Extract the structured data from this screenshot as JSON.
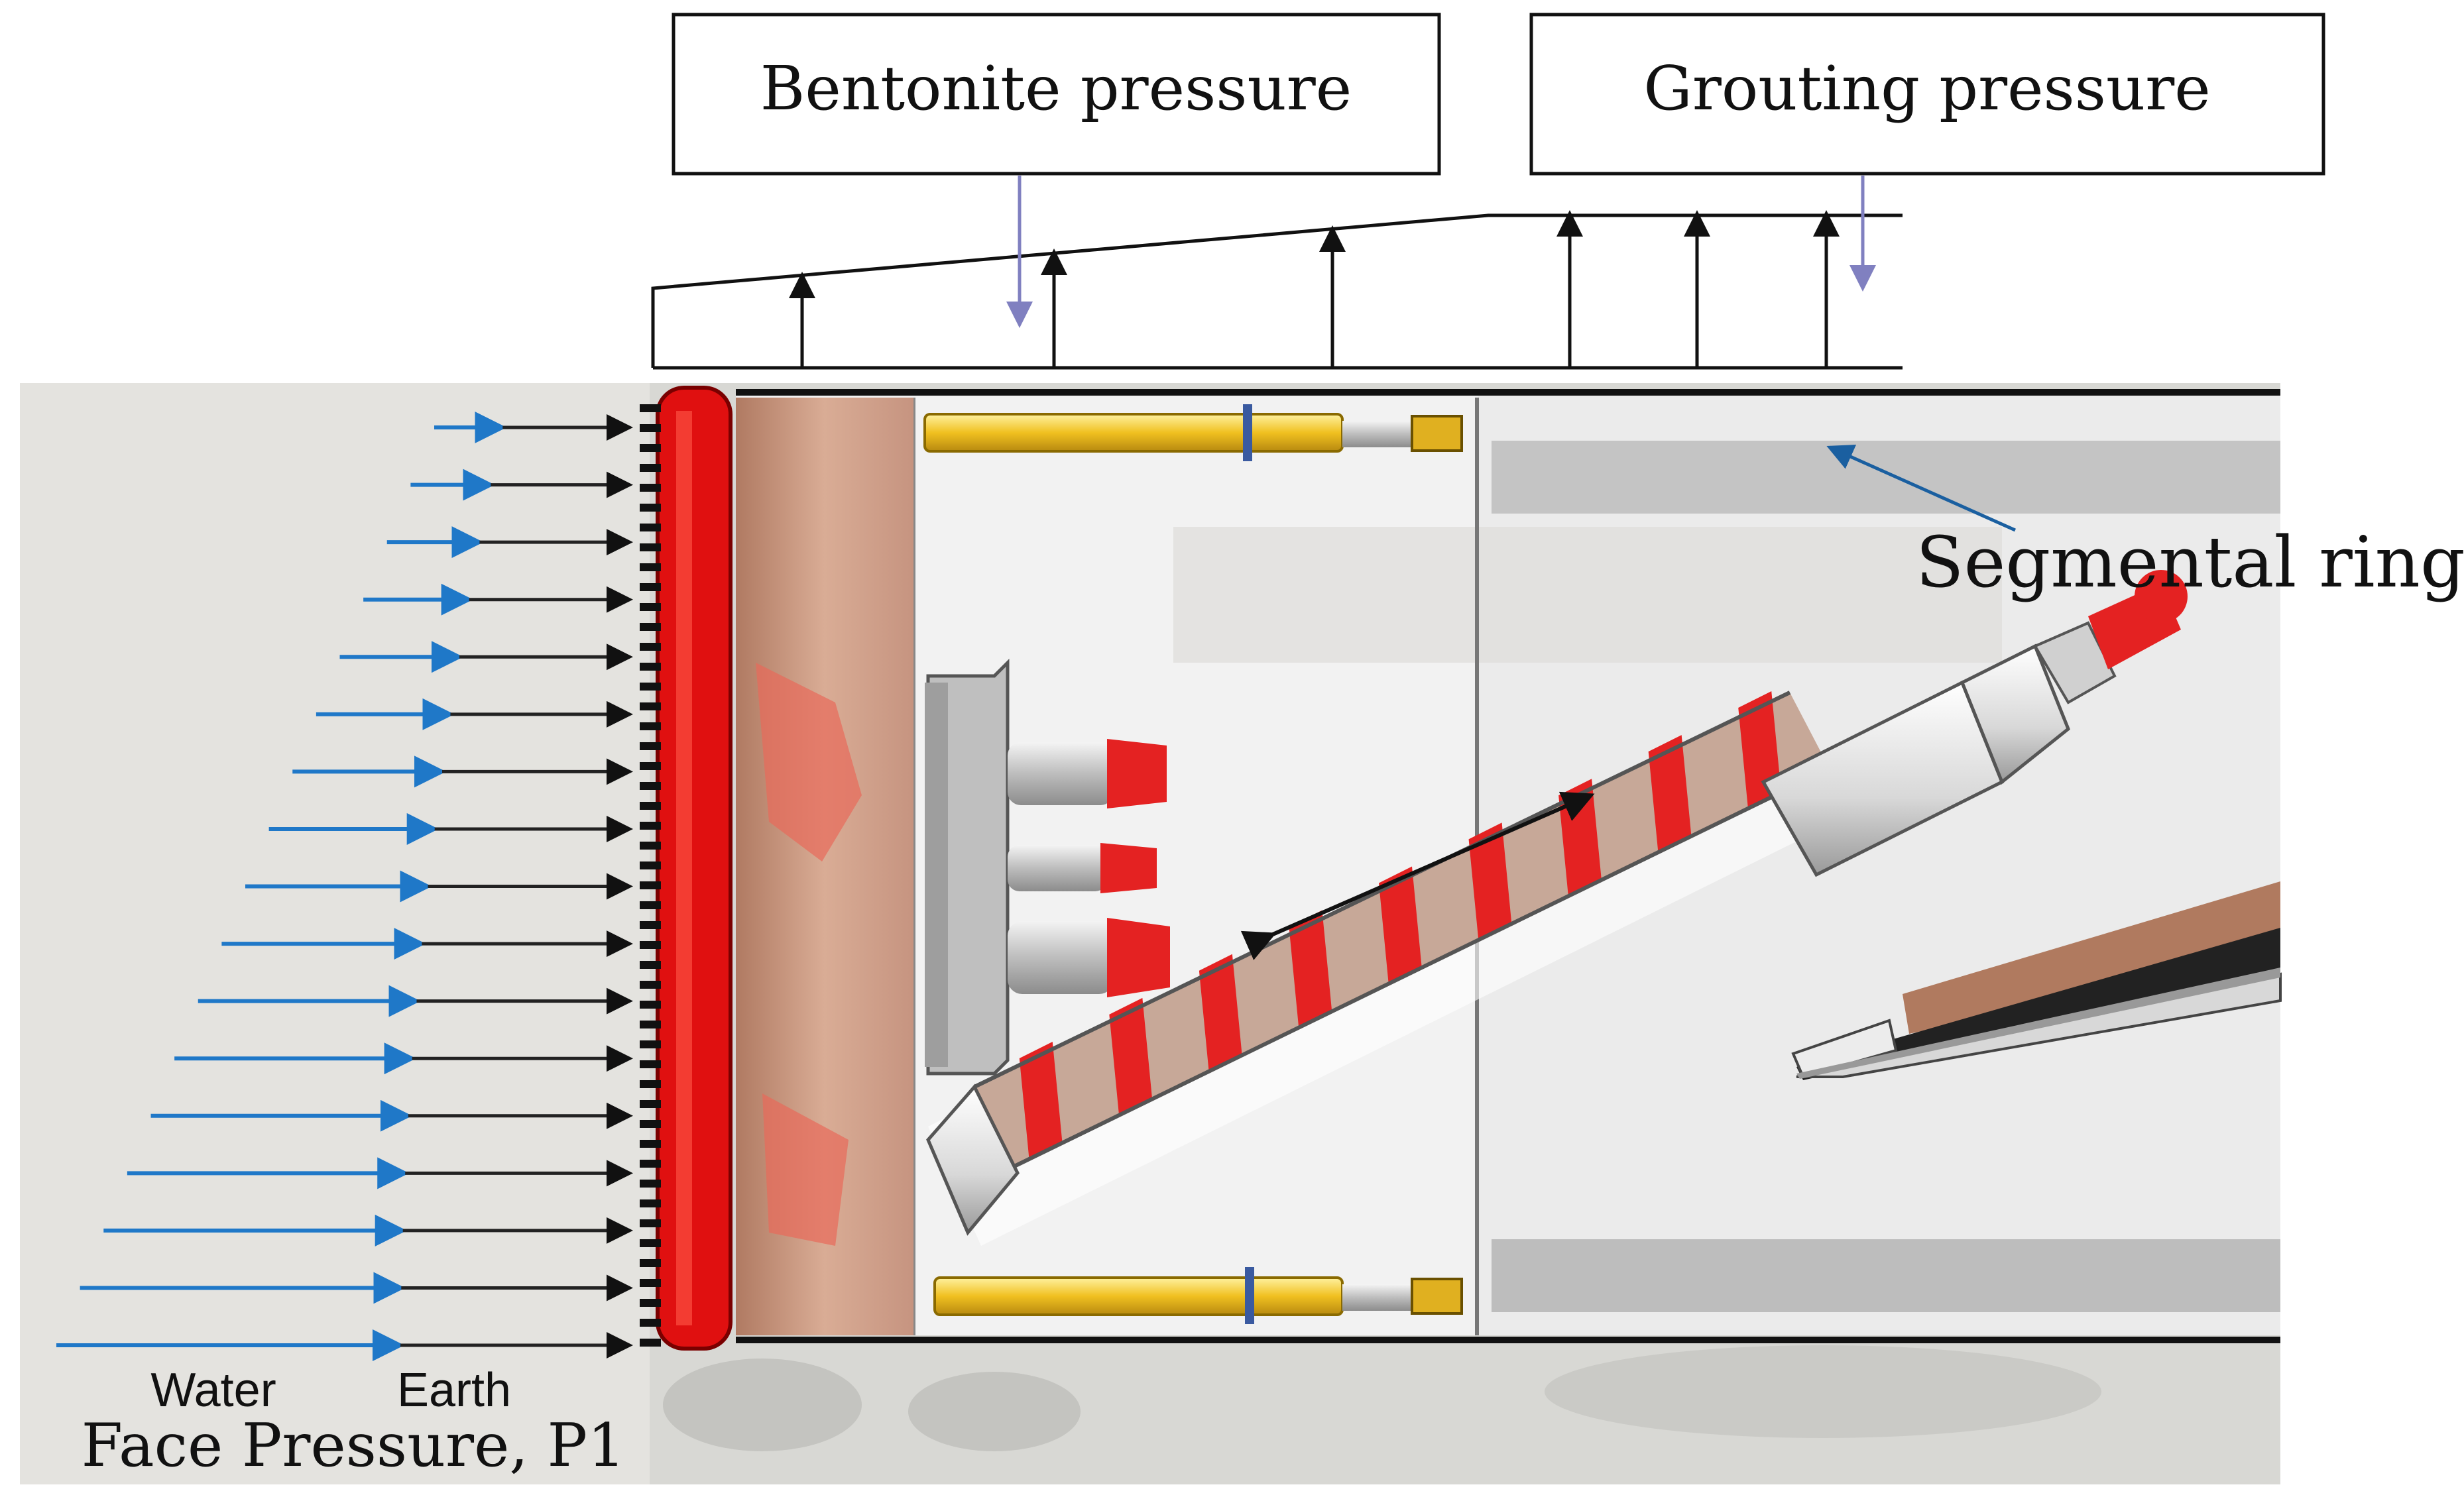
{
  "labels": {
    "bentonite": "Bentonite pressure",
    "grouting": "Grouting pressure",
    "segmental_ring": "Segmental ring",
    "water": "Water",
    "earth": "Earth",
    "face_pressure": "Face Pressure, P1"
  },
  "colors": {
    "water_arrow": "#1f78c8",
    "earth_arrow": "#222222",
    "cutter_head": "#e01010",
    "screw_conveyor": "#e42222",
    "thrust_jack": "#f0c020",
    "pressure_arrow": "#8080c0",
    "ring_pointer": "#1a5fa0",
    "ground": "#dcdcd8",
    "tunnel_interior": "#f2f2f2"
  },
  "face_pressure": {
    "rows": 17,
    "water_share_top": 0.35,
    "water_share_bottom": 0.6
  }
}
